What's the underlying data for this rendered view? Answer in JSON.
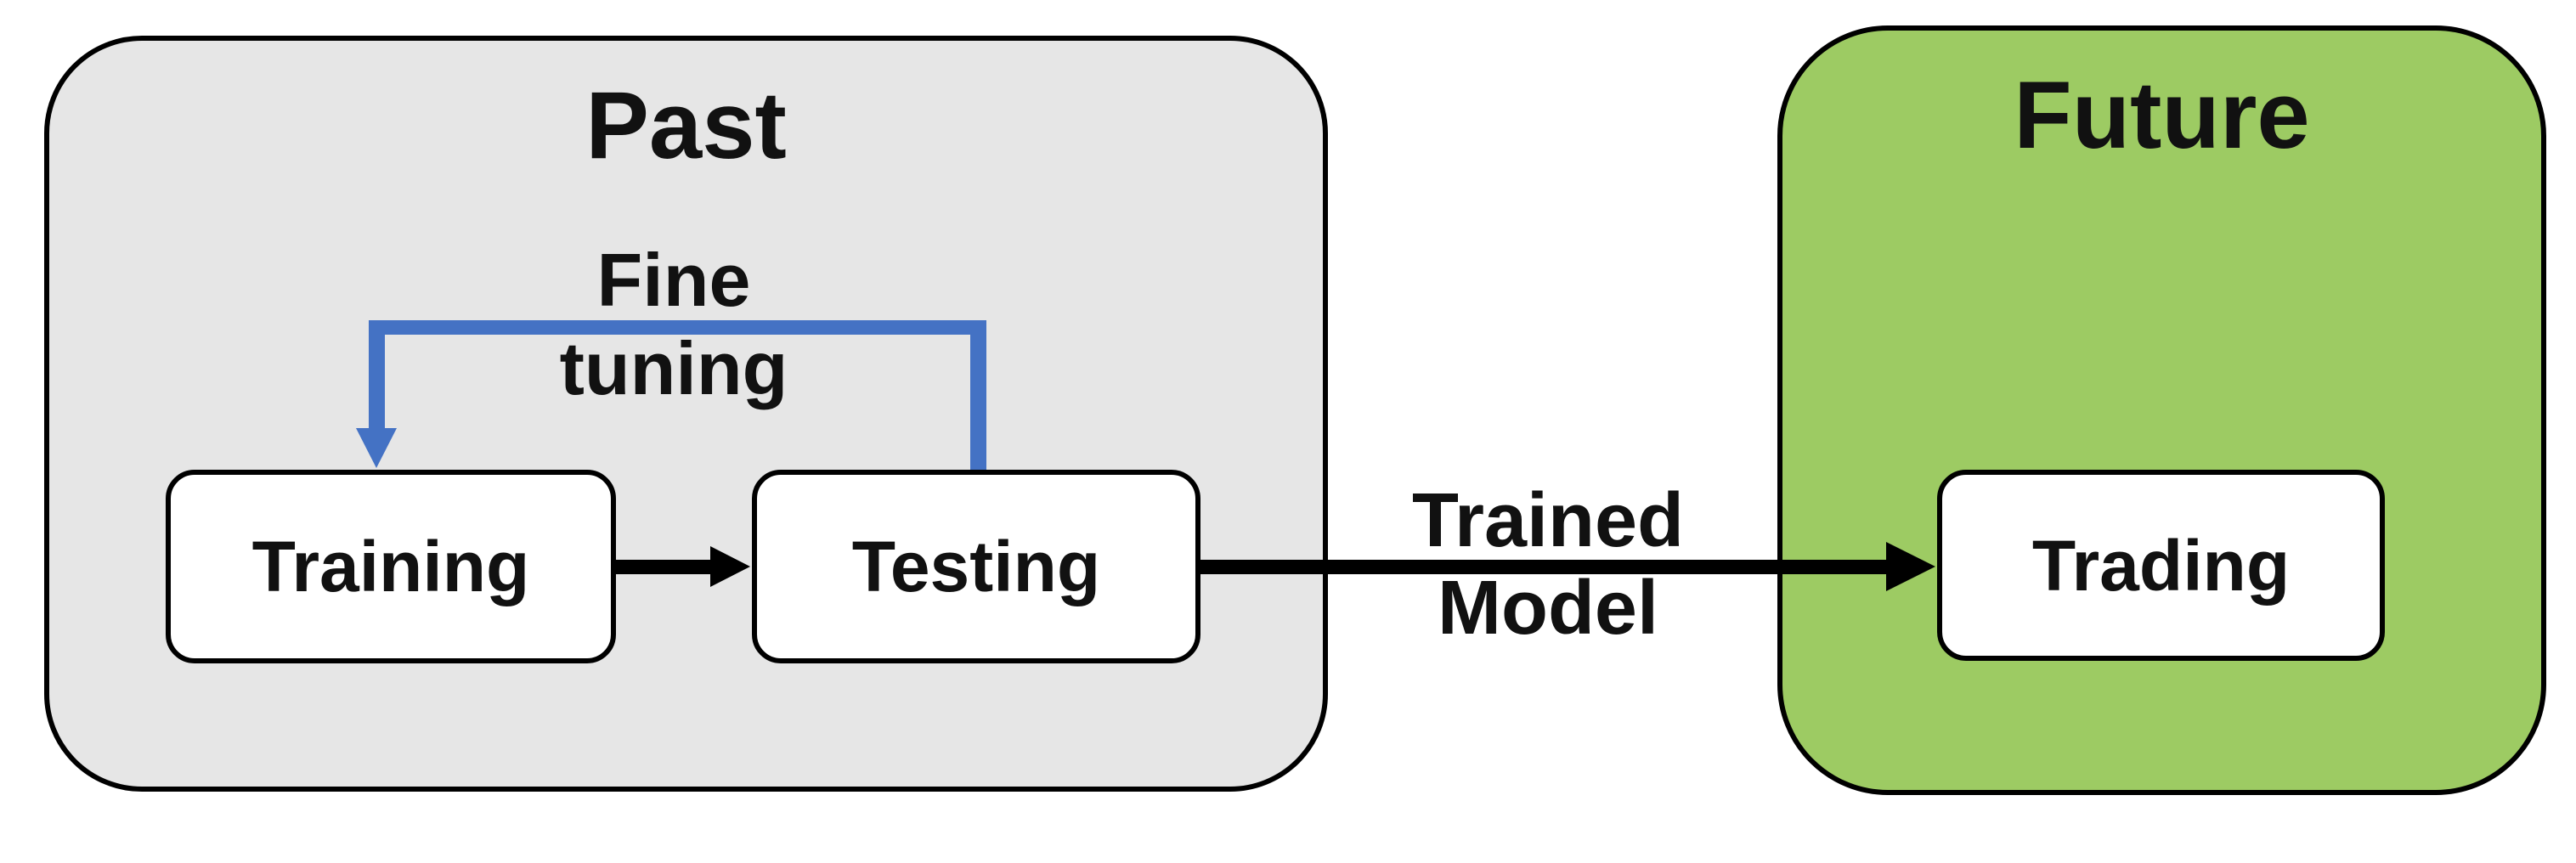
{
  "diagram": {
    "past": {
      "title": "Past",
      "nodes": [
        {
          "label": "Training"
        },
        {
          "label": "Testing"
        }
      ],
      "loop_label": {
        "line1": "Fine",
        "line2": "tuning"
      }
    },
    "future": {
      "title": "Future",
      "nodes": [
        {
          "label": "Trading"
        }
      ]
    },
    "transition_label": {
      "line1": "Trained",
      "line2": "Model"
    },
    "arrows": [
      {
        "name": "training-to-testing",
        "color": "#000000"
      },
      {
        "name": "testing-to-trading-trained-model",
        "color": "#000000"
      },
      {
        "name": "fine-tuning-loop-testing-to-training",
        "color": "#4472C4"
      }
    ],
    "colors": {
      "past_fill": "#E6E6E6",
      "future_fill": "#9DCB63",
      "fine_tuning_arrow": "#4472C4",
      "node_fill": "#FFFFFF",
      "arrow_black": "#000000",
      "border": "#000000",
      "text": "#111111"
    }
  }
}
